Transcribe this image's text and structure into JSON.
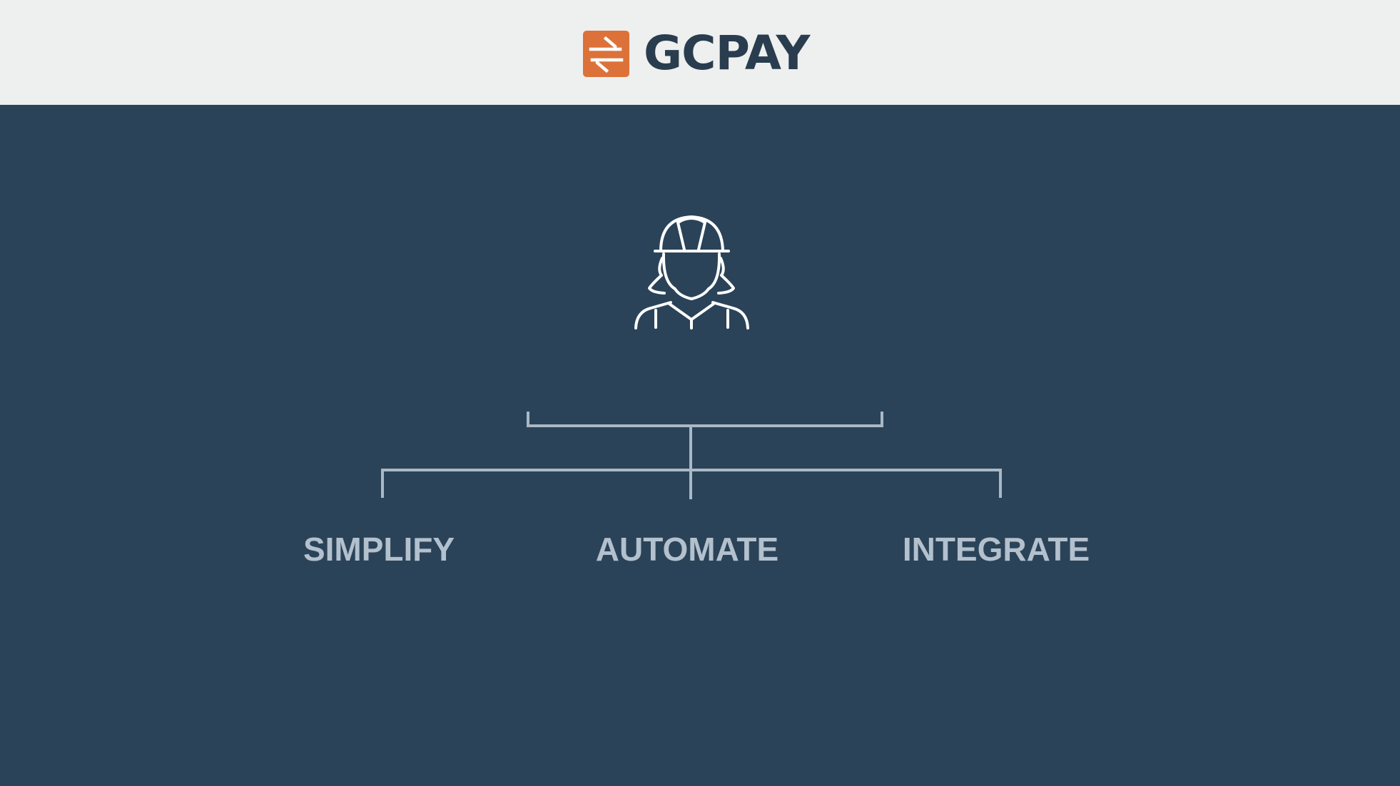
{
  "header": {
    "brand_name": "GCPAY",
    "logo_icon": "exchange-arrows-icon",
    "logo_color": "#dc7239",
    "brand_color": "#293d4f",
    "background": "#eeefef"
  },
  "main": {
    "background": "#2a4358",
    "central_icon": "construction-worker-icon",
    "connector_color": "#aab8c6",
    "label_color": "#b3c0cd",
    "pillars": [
      {
        "label": "SIMPLIFY"
      },
      {
        "label": "AUTOMATE"
      },
      {
        "label": "INTEGRATE"
      }
    ]
  }
}
